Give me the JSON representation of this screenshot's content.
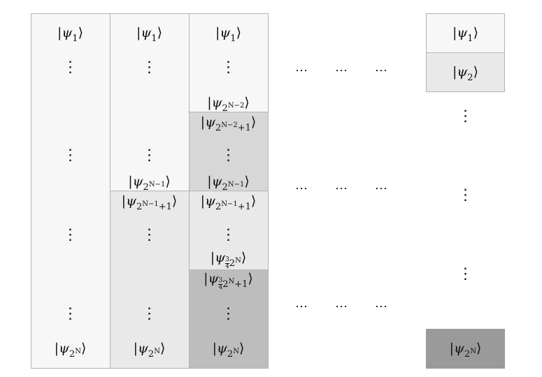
{
  "colors": {
    "level0": "#f7f7f7",
    "level1": "#e9e9e9",
    "level2": "#d7d7d7",
    "level3": "#bdbdbd",
    "highlight": "#9a9a9a",
    "border": "#b4b4b4"
  },
  "diagram": {
    "psi_symbol": "ψ",
    "ket_open": "|",
    "ket_close": "⟩",
    "sub_1": "1",
    "sub_2": "2",
    "base": "2",
    "exp_N": "N",
    "exp_N_minus_2": "N−2",
    "exp_N_minus_1": "N−1",
    "plus_one": "+1",
    "frac_num": "3",
    "frac_den": "4",
    "vertical_dots": "⋮",
    "horizontal_dots": "⋯"
  }
}
